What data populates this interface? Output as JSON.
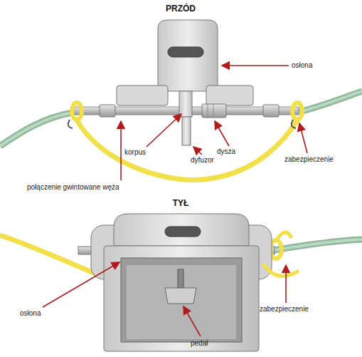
{
  "diagram": {
    "labels": [
      "PRZÓD",
      "osłona",
      "korpus",
      "dysza",
      "dyfuzor",
      "zabezpieczenie",
      "połączenie gwintowane węża",
      "TYŁ",
      "osłona",
      "zabezpieczenie",
      "pedał"
    ]
  }
}
